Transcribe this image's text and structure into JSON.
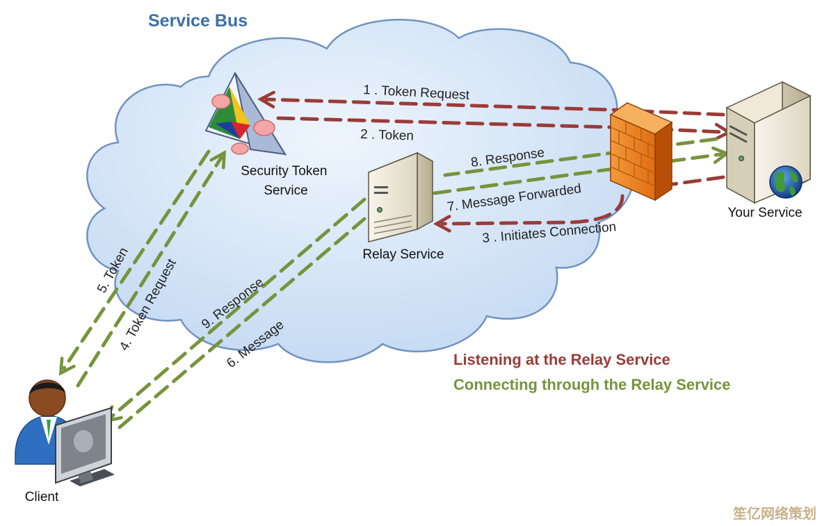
{
  "diagram": {
    "title": "Service Bus",
    "nodes": {
      "security_token_service": "Security Token\nService",
      "relay_service": "Relay Service",
      "your_service": "Your Service",
      "client": "Client"
    },
    "steps": {
      "s1": "1 . Token Request",
      "s2": "2 . Token",
      "s3": "3 . Initiates Connection",
      "s4": "4. Token Request",
      "s5": "5. Token",
      "s6": "6. Message",
      "s7": "7. Message Forwarded",
      "s8": "8. Response",
      "s9": "9. Response"
    },
    "legend": {
      "listening": "Listening at the Relay Service",
      "connecting": "Connecting through the Relay Service"
    },
    "watermark": "笙亿网络策划"
  },
  "colors": {
    "listening": "#9b3b38",
    "connecting": "#77933c",
    "cloud_fill": "#cfe2f6",
    "cloud_stroke": "#6f93c0",
    "title": "#3d6fa8"
  },
  "icons": [
    "cloud-icon",
    "security-token-icon",
    "relay-server-icon",
    "firewall-icon",
    "service-server-icon",
    "globe-icon",
    "client-user-icon",
    "monitor-icon"
  ]
}
